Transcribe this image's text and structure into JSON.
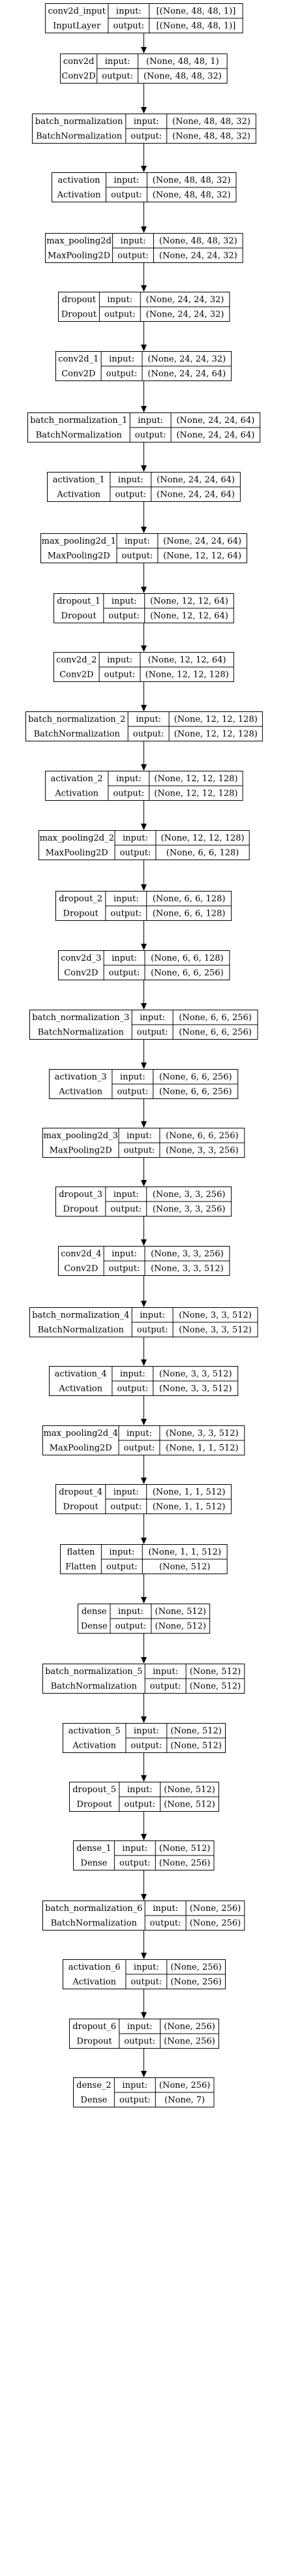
{
  "nodes": [
    {
      "name": "conv2d_input",
      "type": "InputLayer",
      "in": "[(None, 48, 48, 1)]",
      "out": "[(None, 48, 48, 1)]"
    },
    {
      "name": "conv2d",
      "type": "Conv2D",
      "in": "(None, 48, 48, 1)",
      "out": "(None, 48, 48, 32)"
    },
    {
      "name": "batch_normalization",
      "type": "BatchNormalization",
      "in": "(None, 48, 48, 32)",
      "out": "(None, 48, 48, 32)"
    },
    {
      "name": "activation",
      "type": "Activation",
      "in": "(None, 48, 48, 32)",
      "out": "(None, 48, 48, 32)"
    },
    {
      "name": "max_pooling2d",
      "type": "MaxPooling2D",
      "in": "(None, 48, 48, 32)",
      "out": "(None, 24, 24, 32)"
    },
    {
      "name": "dropout",
      "type": "Dropout",
      "in": "(None, 24, 24, 32)",
      "out": "(None, 24, 24, 32)"
    },
    {
      "name": "conv2d_1",
      "type": "Conv2D",
      "in": "(None, 24, 24, 32)",
      "out": "(None, 24, 24, 64)"
    },
    {
      "name": "batch_normalization_1",
      "type": "BatchNormalization",
      "in": "(None, 24, 24, 64)",
      "out": "(None, 24, 24, 64)"
    },
    {
      "name": "activation_1",
      "type": "Activation",
      "in": "(None, 24, 24, 64)",
      "out": "(None, 24, 24, 64)"
    },
    {
      "name": "max_pooling2d_1",
      "type": "MaxPooling2D",
      "in": "(None, 24, 24, 64)",
      "out": "(None, 12, 12, 64)"
    },
    {
      "name": "dropout_1",
      "type": "Dropout",
      "in": "(None, 12, 12, 64)",
      "out": "(None, 12, 12, 64)"
    },
    {
      "name": "conv2d_2",
      "type": "Conv2D",
      "in": "(None, 12, 12, 64)",
      "out": "(None, 12, 12, 128)"
    },
    {
      "name": "batch_normalization_2",
      "type": "BatchNormalization",
      "in": "(None, 12, 12, 128)",
      "out": "(None, 12, 12, 128)"
    },
    {
      "name": "activation_2",
      "type": "Activation",
      "in": "(None, 12, 12, 128)",
      "out": "(None, 12, 12, 128)"
    },
    {
      "name": "max_pooling2d_2",
      "type": "MaxPooling2D",
      "in": "(None, 12, 12, 128)",
      "out": "(None, 6, 6, 128)"
    },
    {
      "name": "dropout_2",
      "type": "Dropout",
      "in": "(None, 6, 6, 128)",
      "out": "(None, 6, 6, 128)"
    },
    {
      "name": "conv2d_3",
      "type": "Conv2D",
      "in": "(None, 6, 6, 128)",
      "out": "(None, 6, 6, 256)"
    },
    {
      "name": "batch_normalization_3",
      "type": "BatchNormalization",
      "in": "(None, 6, 6, 256)",
      "out": "(None, 6, 6, 256)"
    },
    {
      "name": "activation_3",
      "type": "Activation",
      "in": "(None, 6, 6, 256)",
      "out": "(None, 6, 6, 256)"
    },
    {
      "name": "max_pooling2d_3",
      "type": "MaxPooling2D",
      "in": "(None, 6, 6, 256)",
      "out": "(None, 3, 3, 256)"
    },
    {
      "name": "dropout_3",
      "type": "Dropout",
      "in": "(None, 3, 3, 256)",
      "out": "(None, 3, 3, 256)"
    },
    {
      "name": "conv2d_4",
      "type": "Conv2D",
      "in": "(None, 3, 3, 256)",
      "out": "(None, 3, 3, 512)"
    },
    {
      "name": "batch_normalization_4",
      "type": "BatchNormalization",
      "in": "(None, 3, 3, 512)",
      "out": "(None, 3, 3, 512)"
    },
    {
      "name": "activation_4",
      "type": "Activation",
      "in": "(None, 3, 3, 512)",
      "out": "(None, 3, 3, 512)"
    },
    {
      "name": "max_pooling2d_4",
      "type": "MaxPooling2D",
      "in": "(None, 3, 3, 512)",
      "out": "(None, 1, 1, 512)"
    },
    {
      "name": "dropout_4",
      "type": "Dropout",
      "in": "(None, 1, 1, 512)",
      "out": "(None, 1, 1, 512)"
    },
    {
      "name": "flatten",
      "type": "Flatten",
      "in": "(None, 1, 1, 512)",
      "out": "(None, 512)"
    },
    {
      "name": "dense",
      "type": "Dense",
      "in": "(None, 512)",
      "out": "(None, 512)"
    },
    {
      "name": "batch_normalization_5",
      "type": "BatchNormalization",
      "in": "(None, 512)",
      "out": "(None, 512)"
    },
    {
      "name": "activation_5",
      "type": "Activation",
      "in": "(None, 512)",
      "out": "(None, 512)"
    },
    {
      "name": "dropout_5",
      "type": "Dropout",
      "in": "(None, 512)",
      "out": "(None, 512)"
    },
    {
      "name": "dense_1",
      "type": "Dense",
      "in": "(None, 512)",
      "out": "(None, 256)"
    },
    {
      "name": "batch_normalization_6",
      "type": "BatchNormalization",
      "in": "(None, 256)",
      "out": "(None, 256)"
    },
    {
      "name": "activation_6",
      "type": "Activation",
      "in": "(None, 256)",
      "out": "(None, 256)"
    },
    {
      "name": "dropout_6",
      "type": "Dropout",
      "in": "(None, 256)",
      "out": "(None, 256)"
    },
    {
      "name": "dense_2",
      "type": "Dense",
      "in": "(None, 256)",
      "out": "(None, 7)"
    }
  ],
  "port_labels": {
    "input": "input:",
    "output": "output:"
  },
  "colors": {
    "line": "#000000",
    "fill": "#ffffff"
  }
}
